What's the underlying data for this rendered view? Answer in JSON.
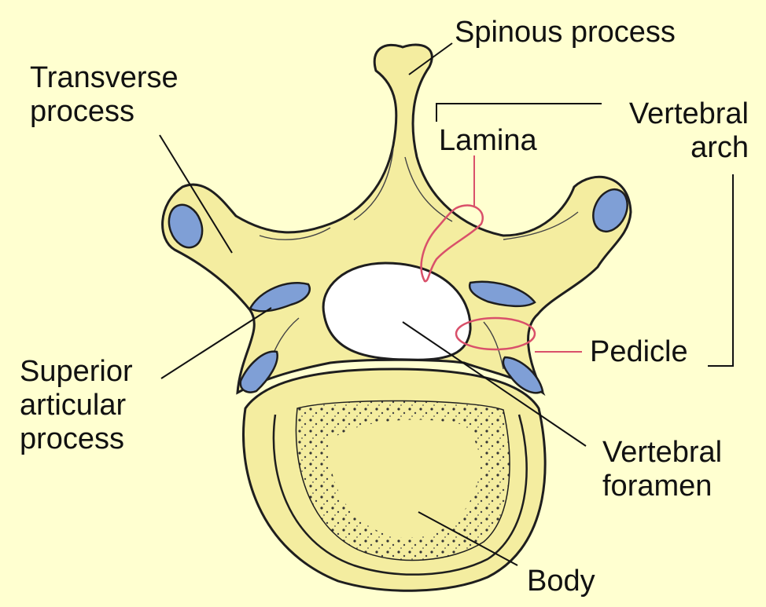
{
  "labels": {
    "spinous_process": "Spinous process",
    "transverse_process": [
      "Transverse",
      "process"
    ],
    "vertebral_arch": [
      "Vertebral",
      "arch"
    ],
    "lamina": "Lamina",
    "pedicle": "Pedicle",
    "superior_articular_process": [
      "Superior",
      "articular",
      "process"
    ],
    "vertebral_foramen": [
      "Vertebral",
      "foramen"
    ],
    "body": "Body"
  },
  "colors": {
    "background": "#ffffd0",
    "bone_fill": "#f4eda0",
    "bone_outline": "#1e1e1e",
    "articular_surface": "#7f9fd6",
    "highlight_ring": "#d9506a",
    "leader_line": "#111111"
  }
}
